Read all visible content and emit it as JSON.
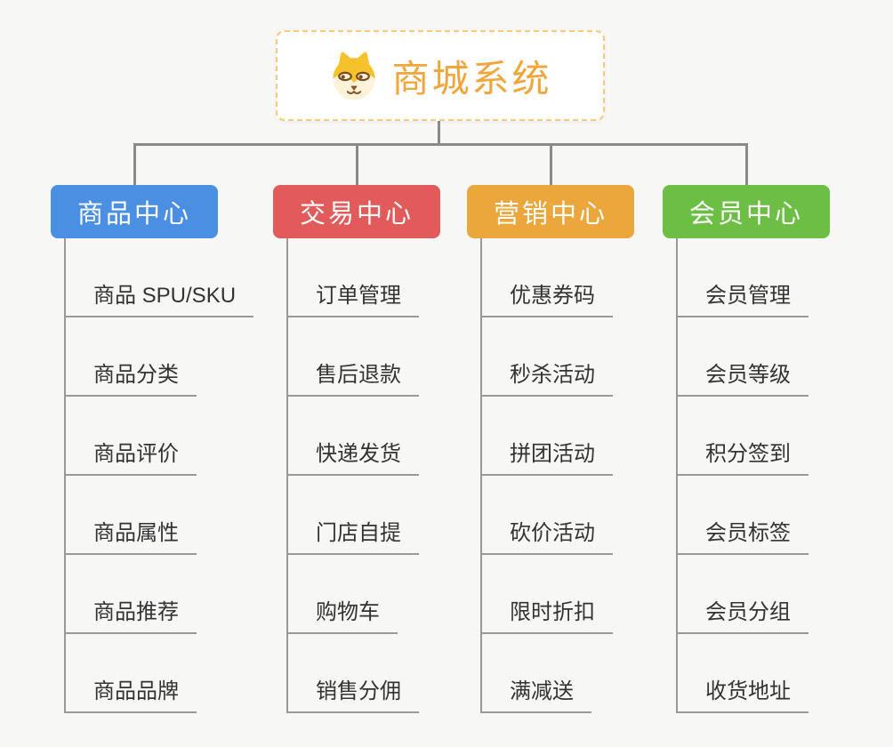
{
  "root": {
    "title": "商城系统",
    "icon": "dog-face"
  },
  "branches": [
    {
      "label": "商品中心",
      "color": "#4a8fe2",
      "items": [
        "商品 SPU/SKU",
        "商品分类",
        "商品评价",
        "商品属性",
        "商品推荐",
        "商品品牌"
      ]
    },
    {
      "label": "交易中心",
      "color": "#e25b5b",
      "items": [
        "订单管理",
        "售后退款",
        "快递发货",
        "门店自提",
        "购物车",
        "销售分佣"
      ]
    },
    {
      "label": "营销中心",
      "color": "#eca73c",
      "items": [
        "优惠券码",
        "秒杀活动",
        "拼团活动",
        "砍价活动",
        "限时折扣",
        "满减送"
      ]
    },
    {
      "label": "会员中心",
      "color": "#6cbe45",
      "items": [
        "会员管理",
        "会员等级",
        "积分签到",
        "会员标签",
        "会员分组",
        "收货地址"
      ]
    }
  ],
  "style": {
    "root_accent": "#f0a63d",
    "root_border": "#f6c87c",
    "icon_yellow": "#f6c22b",
    "icon_cream": "#fdf3da",
    "connector": "#8a8a8a",
    "item_underline": "#999999",
    "item_text": "#333333",
    "background": "#f7f7f5"
  }
}
